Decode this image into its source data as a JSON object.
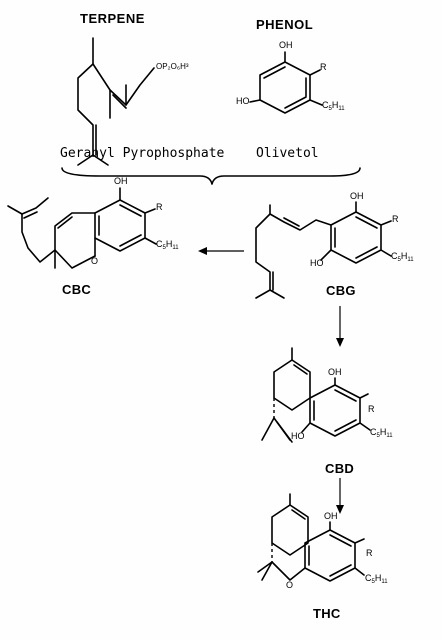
{
  "headings": {
    "terpene": "TERPENE",
    "phenol": "PHENOL"
  },
  "precursors": {
    "geranyl": "Geranyl Pyrophosphate",
    "olivetol": "Olivetol",
    "pyrophosphate_group": "OP₂O₆H³"
  },
  "compounds": {
    "cbc": "CBC",
    "cbg": "CBG",
    "cbd": "CBD",
    "thc": "THC"
  },
  "atoms": {
    "oh": "OH",
    "ho": "HO",
    "o": "O",
    "r": "R",
    "pentyl_c": "C",
    "pentyl_c_sub": "5",
    "pentyl_h": "H",
    "pentyl_h_sub": "11"
  }
}
